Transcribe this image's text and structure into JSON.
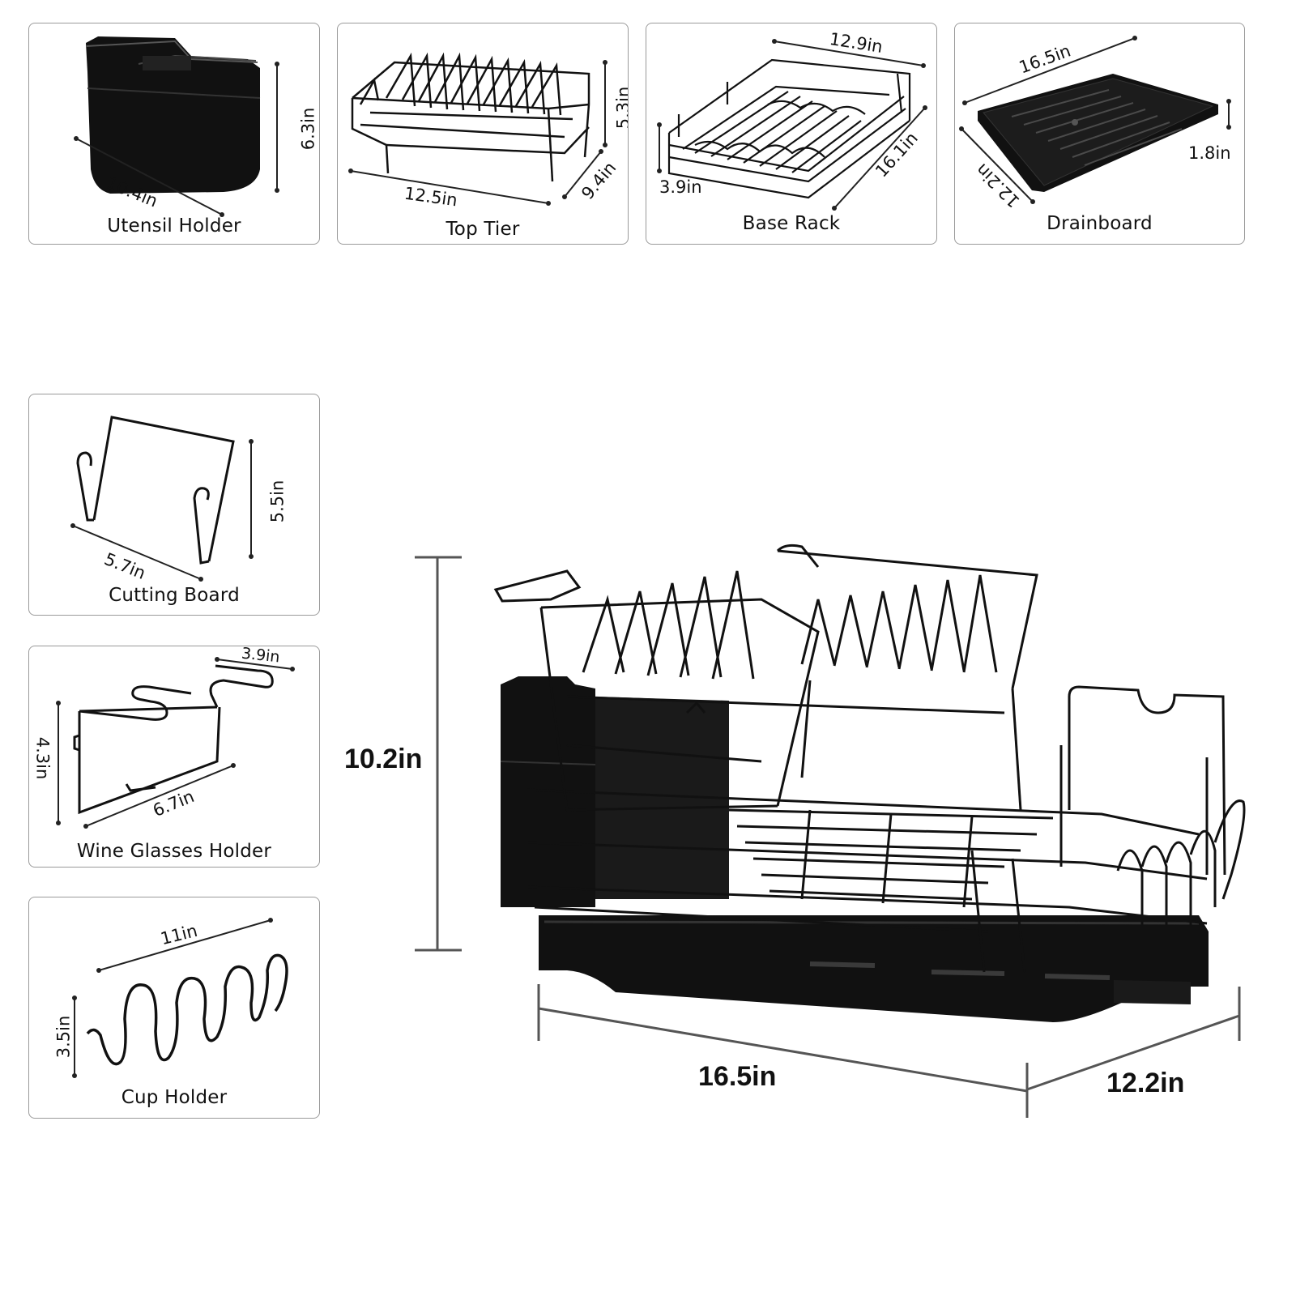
{
  "panels": {
    "utensil_holder": {
      "label": "Utensil Holder",
      "dims": [
        "6.3in",
        "10.4in"
      ]
    },
    "top_tier": {
      "label": "Top Tier",
      "dims": [
        "5.3in",
        "12.5in",
        "9.4in"
      ]
    },
    "base_rack": {
      "label": "Base Rack",
      "dims": [
        "12.9in",
        "3.9in",
        "16.1in"
      ]
    },
    "drainboard": {
      "label": "Drainboard",
      "dims": [
        "16.5in",
        "1.8in",
        "12.2in"
      ]
    },
    "cutting_board": {
      "label": "Cutting Board",
      "dims": [
        "5.5in",
        "5.7in"
      ]
    },
    "wine_glasses_holder": {
      "label": "Wine Glasses Holder",
      "dims": [
        "3.9in",
        "4.3in",
        "6.7in"
      ]
    },
    "cup_holder": {
      "label": "Cup Holder",
      "dims": [
        "11in",
        "3.5in"
      ]
    }
  },
  "main": {
    "height": "10.2in",
    "width": "16.5in",
    "depth": "12.2in"
  },
  "colors": {
    "product": "#111111",
    "dimension_line": "#222222",
    "border": "#9a9a9a"
  }
}
